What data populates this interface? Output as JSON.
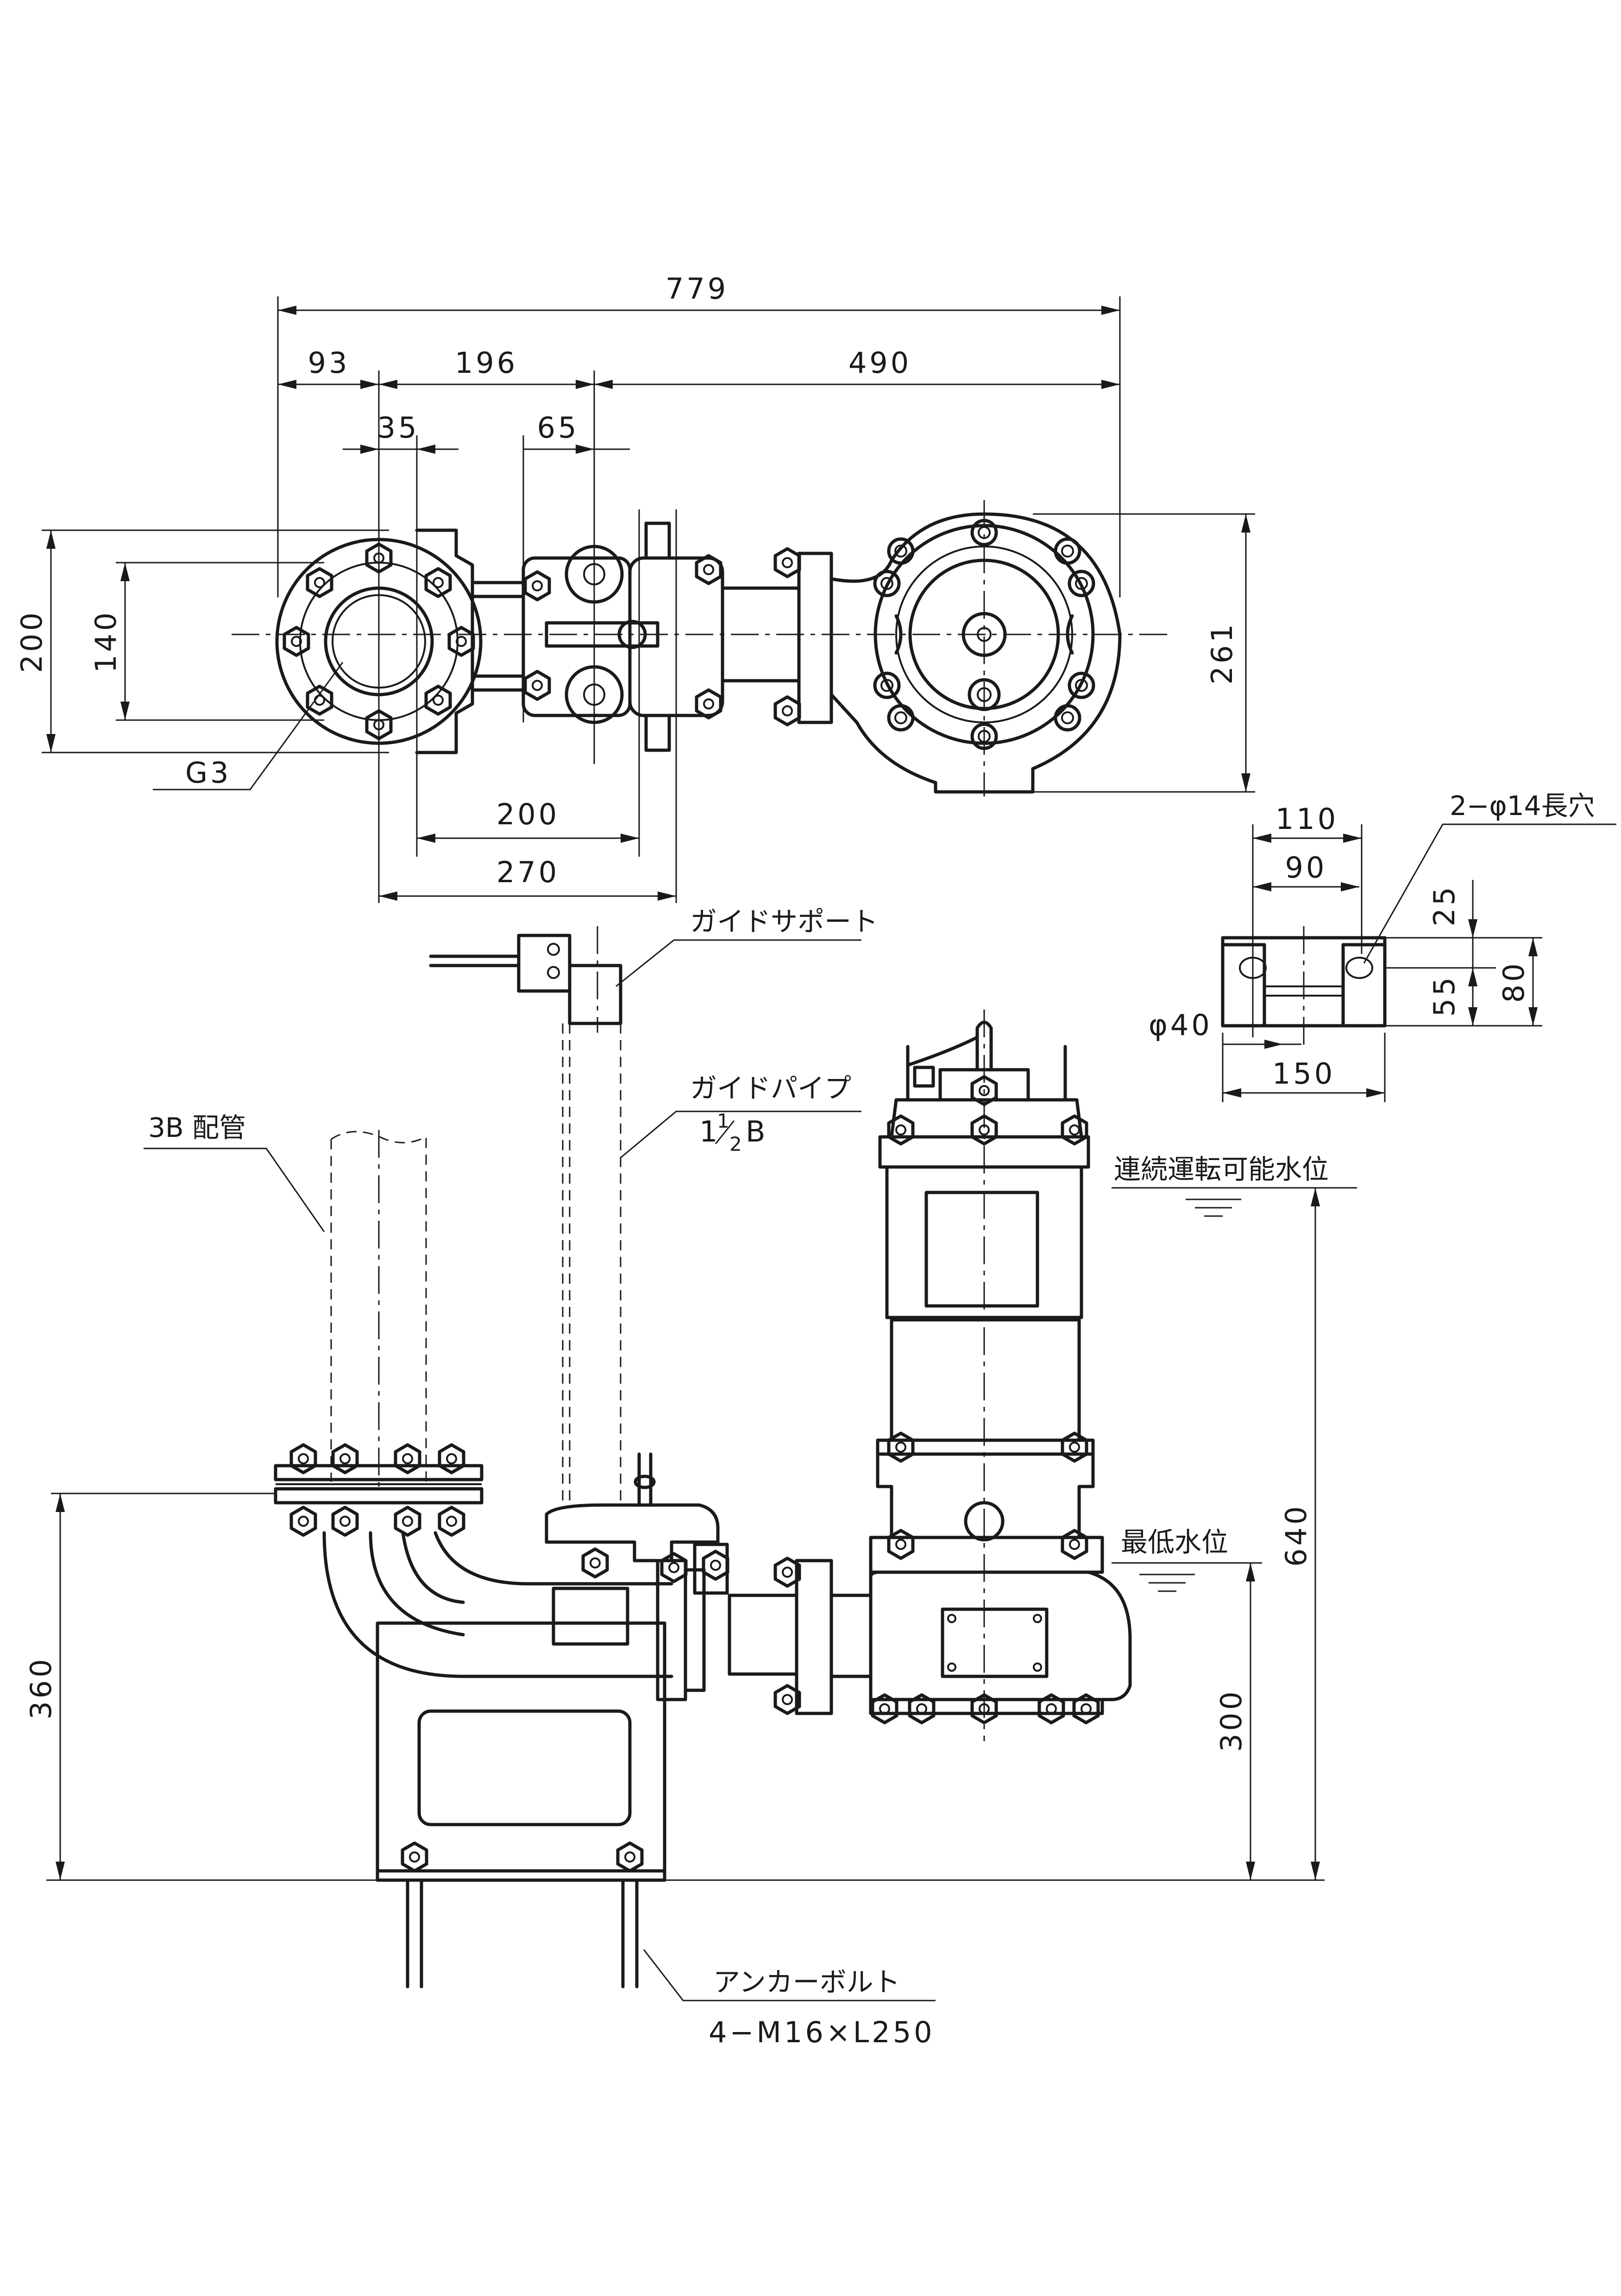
{
  "plan_view": {
    "dim_overall": "779",
    "dim_flange_offset": "93",
    "dim_mid": "196",
    "dim_pump": "490",
    "dim_35": "35",
    "dim_65": "65",
    "dim_height_200": "200",
    "dim_height_140": "140",
    "dim_pump_261": "261",
    "dim_bottom_200": "200",
    "dim_bottom_270": "270",
    "label_g3": "G3"
  },
  "base_detail": {
    "dim_110": "110",
    "dim_90": "90",
    "dim_25": "25",
    "dim_55": "55",
    "dim_80": "80",
    "dim_phi40": "φ40",
    "dim_150": "150",
    "label_holes": "2−φ14長穴"
  },
  "elevation": {
    "label_guide_support": "ガイドサポート",
    "label_guide_pipe": "ガイドパイプ",
    "label_guide_pipe_size_whole": "1",
    "label_guide_pipe_size_num": "1",
    "label_guide_pipe_size_den": "2",
    "label_guide_pipe_size_unit": "B",
    "label_piping": "3B 配管",
    "label_continuous_level": "連続運転可能水位",
    "label_min_level": "最低水位",
    "dim_360": "360",
    "dim_300": "300",
    "dim_640": "640",
    "label_anchor_bolt": "アンカーボルト",
    "label_anchor_spec": "4−M16×L250"
  }
}
